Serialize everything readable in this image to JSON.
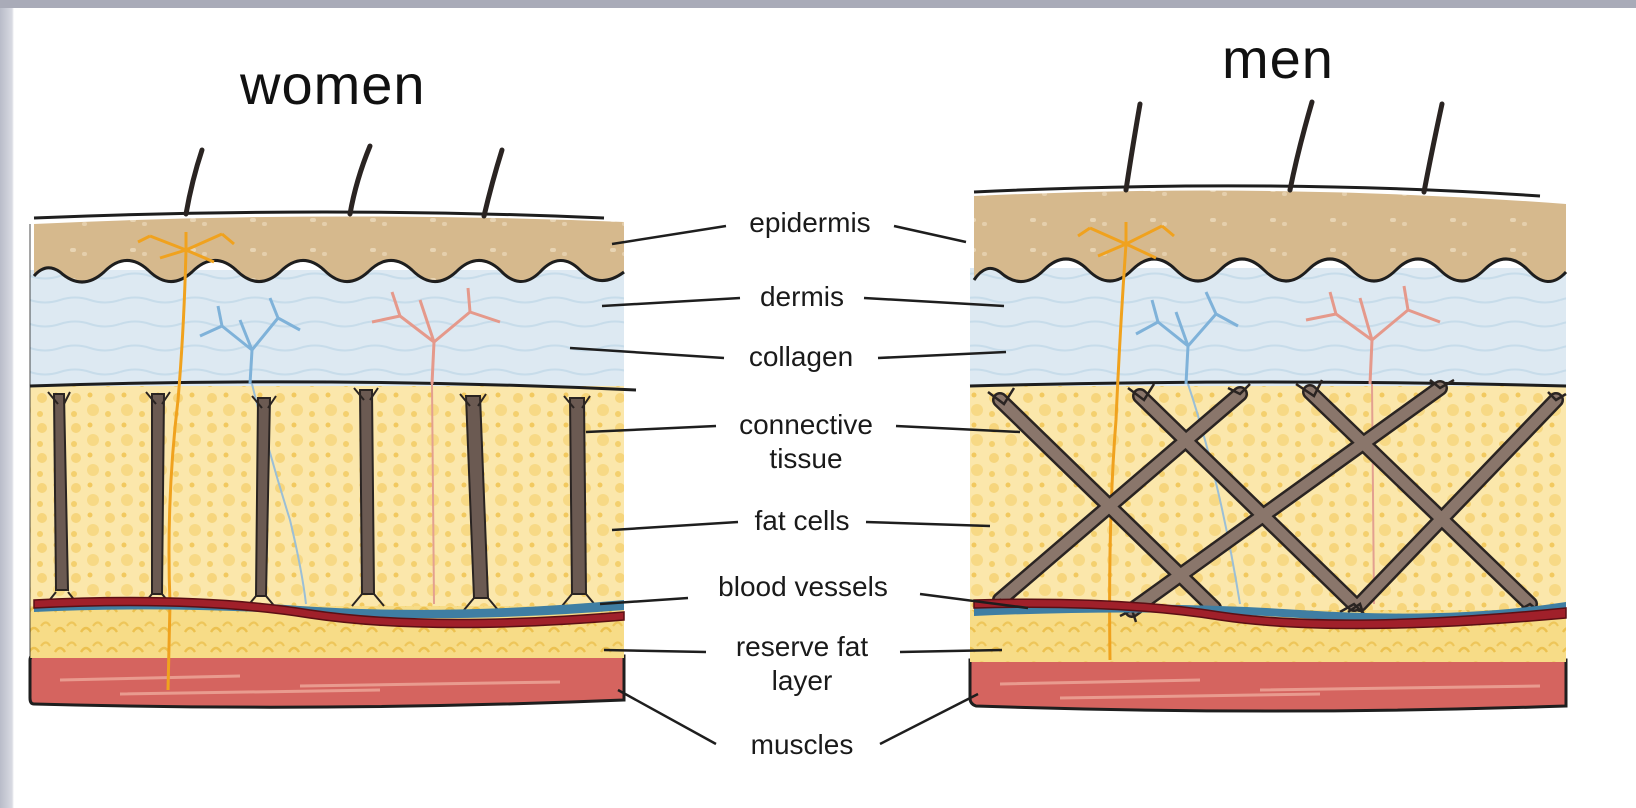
{
  "titles": {
    "left": "women",
    "right": "men"
  },
  "labels": {
    "epidermis": "epidermis",
    "dermis": "dermis",
    "collagen": "collagen",
    "connective_1": "connective",
    "connective_2": "tissue",
    "fat_cells": "fat cells",
    "blood_vessels": "blood vessels",
    "reserve_1": "reserve fat",
    "reserve_2": "layer",
    "muscles": "muscles"
  },
  "colors": {
    "epidermis": "#d2b48c",
    "dermis": "#dbe9f3",
    "fat": "#f9e2a2",
    "fat_dot": "#f3cf6a",
    "reserve_fat": "#f4d36f",
    "muscle": "#d4625e",
    "connective": "#6b5a52",
    "artery": "#a0202a",
    "vein": "#3f7ea3",
    "nerve": "#f0a21e",
    "outline": "#1e1e1e"
  }
}
